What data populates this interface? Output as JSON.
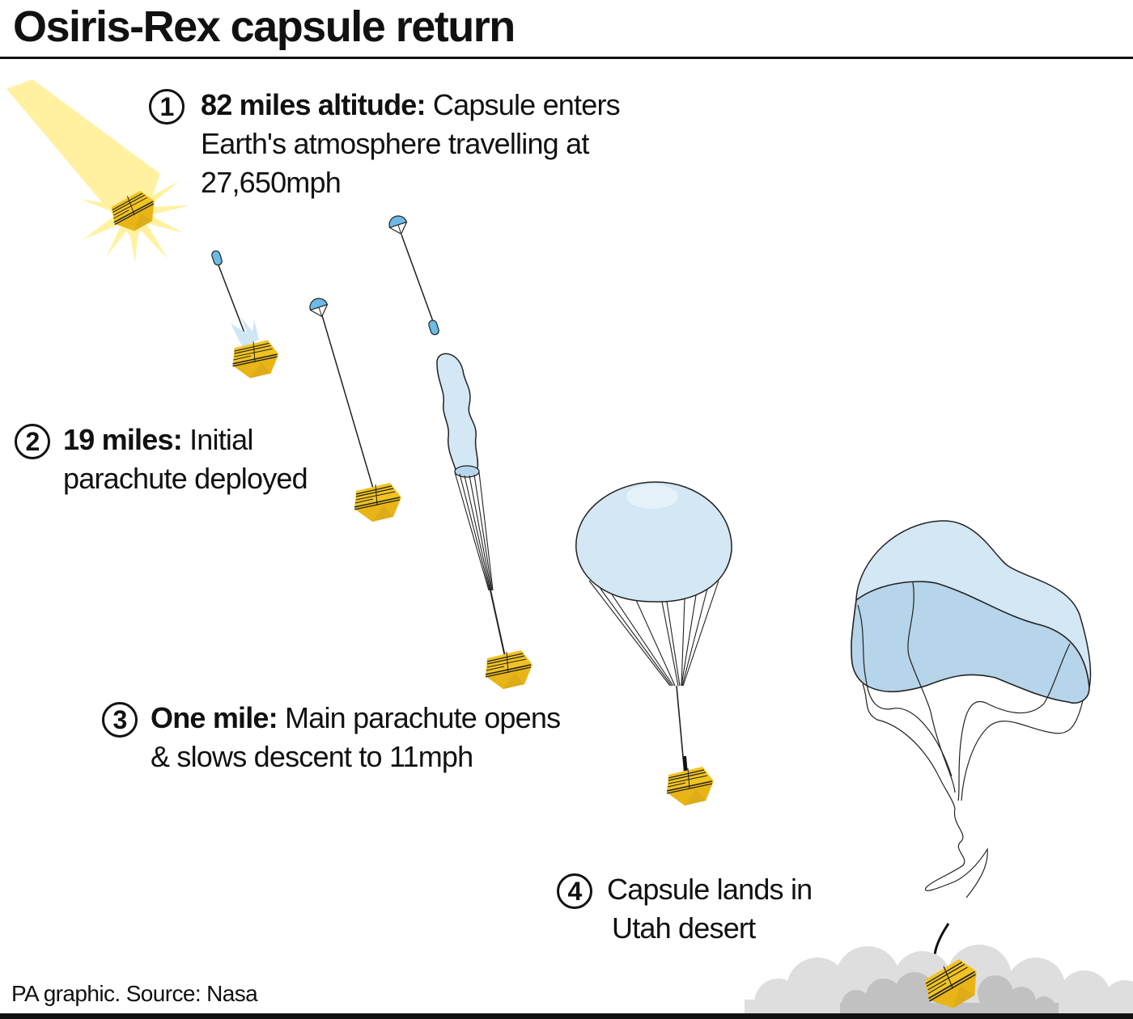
{
  "title": "Osiris-Rex capsule return",
  "steps": [
    {
      "number": "1",
      "bold": "82 miles altitude:",
      "text_line1": " Capsule enters",
      "text_line2": "Earth's atmosphere travelling at",
      "text_line3": "27,650mph"
    },
    {
      "number": "2",
      "bold": "19 miles:",
      "text_line1": " Initial",
      "text_line2": "parachute deployed"
    },
    {
      "number": "3",
      "bold": "One mile:",
      "text_line1": " Main parachute opens",
      "text_line2": "& slows descent to 11mph"
    },
    {
      "number": "4",
      "text_line1": "Capsule lands in",
      "text_line2": "Utah desert"
    }
  ],
  "source": "PA graphic. Source: Nasa",
  "colors": {
    "capsule_yellow": "#f2c320",
    "capsule_dark": "#d9a81a",
    "glow": "#fff1a0",
    "drogue_blue": "#6cbbe6",
    "chute_light": "#d3e7f5",
    "chute_mid": "#b6d5ea",
    "dust_light": "#dedede",
    "dust_dark": "#c1c1c1"
  }
}
